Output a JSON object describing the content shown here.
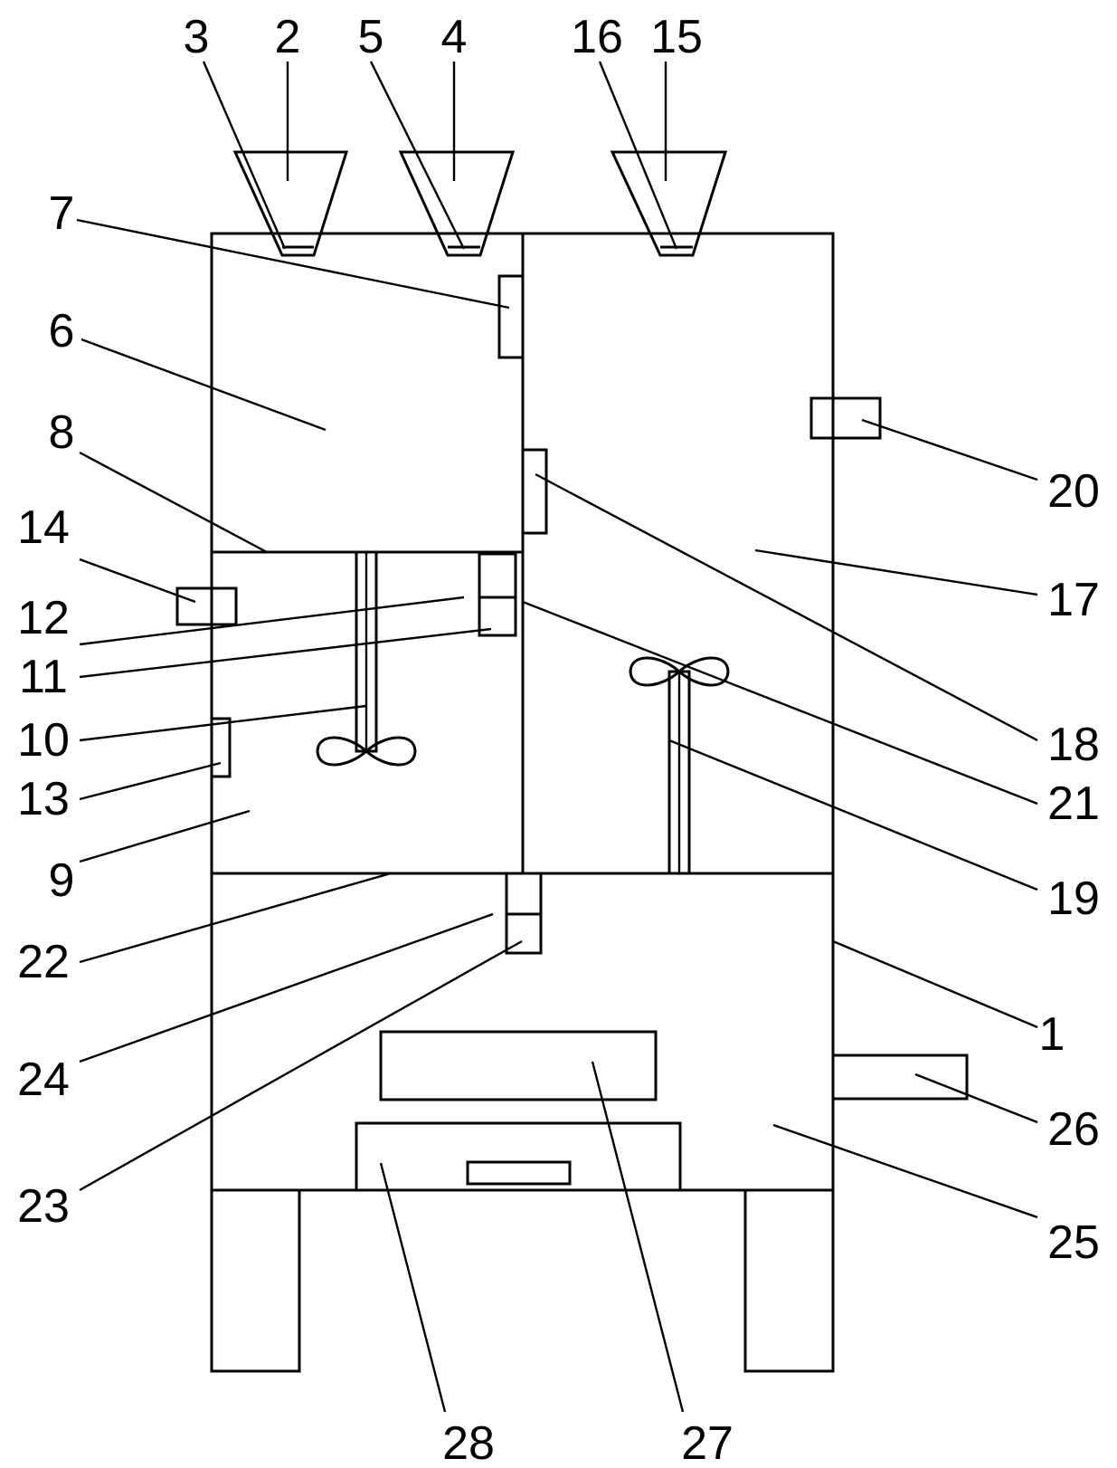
{
  "callouts": {
    "c1": "1",
    "c2": "2",
    "c3": "3",
    "c4": "4",
    "c5": "5",
    "c6": "6",
    "c7": "7",
    "c8": "8",
    "c9": "9",
    "c10": "10",
    "c11": "11",
    "c12": "12",
    "c13": "13",
    "c14": "14",
    "c15": "15",
    "c16": "16",
    "c17": "17",
    "c18": "18",
    "c19": "19",
    "c20": "20",
    "c21": "21",
    "c22": "22",
    "c23": "23",
    "c24": "24",
    "c25": "25",
    "c26": "26",
    "c27": "27",
    "c28": "28"
  },
  "colors": {
    "line": "#000000",
    "background": "#ffffff"
  }
}
